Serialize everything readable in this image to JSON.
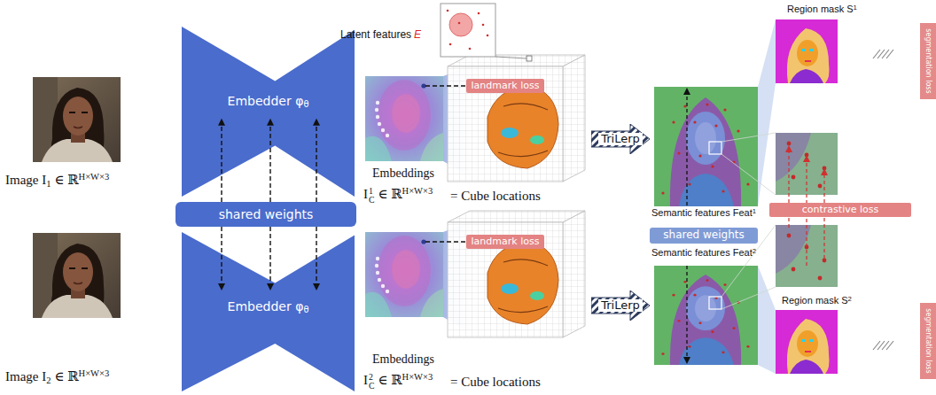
{
  "diagram": {
    "nodes": [
      {
        "text": [
          "Embedder φ",
          "θ"
        ]
      },
      {
        "text": [
          "shared weights"
        ]
      },
      {
        "text": [
          "Embedder φ",
          "θ"
        ]
      },
      {
        "text": [
          "landmark loss"
        ]
      },
      {
        "text": [
          "landmark loss"
        ]
      },
      {
        "text": [
          "TriLerp"
        ]
      },
      {
        "text": [
          "TriLerp"
        ]
      },
      {
        "text": [
          "contrastive loss"
        ]
      },
      {
        "text": [
          "shared weights"
        ]
      },
      {
        "text": [
          "segmentation loss"
        ]
      },
      {
        "text": [
          "segmentation loss"
        ]
      }
    ],
    "edges": [
      {
        "from": 1,
        "to": 0,
        "arrow": "to"
      },
      {
        "from": 1,
        "to": 0,
        "arrow": "to"
      },
      {
        "from": 1,
        "to": 0,
        "arrow": "to"
      },
      {
        "from": 1,
        "to": 2,
        "arrow": "to"
      },
      {
        "from": 1,
        "to": 2,
        "arrow": "to"
      },
      {
        "from": 1,
        "to": 2,
        "arrow": "to"
      }
    ],
    "labels": [
      "Image I",
      "1",
      "∈ ℝ",
      "H×W×3",
      "Image I",
      "2",
      "∈ ℝ",
      "H×W×3",
      "Embeddings",
      "I",
      "C",
      "1",
      "∈ ℝ",
      "H×W×3",
      "= Cube locations",
      "Embeddings",
      "I",
      "C",
      "2",
      "∈ ℝ",
      "H×W×3",
      "= Cube locations",
      "Latent features",
      "E",
      "Semantic features Feat",
      "1",
      "Semantic features Feat",
      "2",
      "Region mask S",
      "1",
      "Region mask S",
      "2"
    ]
  }
}
